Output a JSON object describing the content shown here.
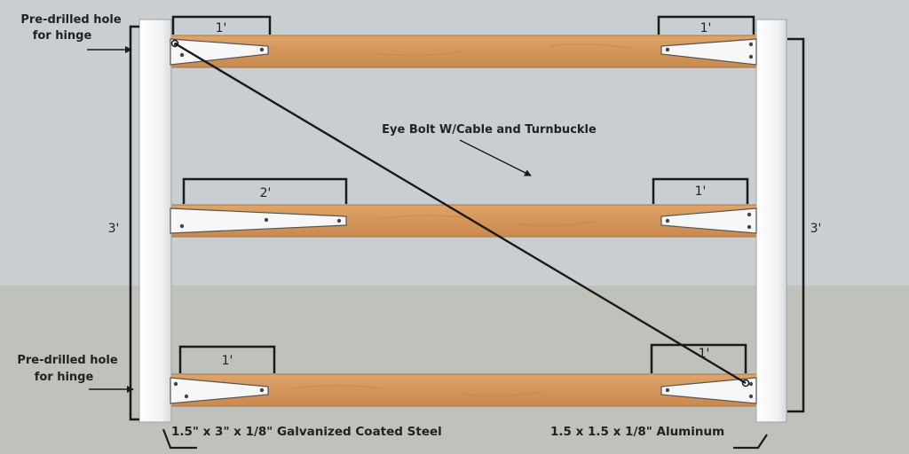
{
  "labels": {
    "hinge_hole_top": [
      "Pre-drilled hole",
      "for hinge"
    ],
    "hinge_hole_bottom": [
      "Pre-drilled hole",
      "for hinge"
    ],
    "cable": "Eye Bolt W/Cable and Turnbuckle",
    "height_left": "3'",
    "height_right": "3'",
    "steel_spec": "1.5\"  x 3\"  x  1/8\"   Galvanized Coated Steel",
    "aluminum_spec": "1.5 x 1.5 x 1/8\"   Aluminum"
  },
  "brackets": {
    "top_left": "1'",
    "top_right": "1'",
    "middle_left": "2'",
    "middle_right": "1'",
    "bottom_left": "1'",
    "bottom_right": "1'"
  },
  "colors": {
    "sky": "#c9ced2",
    "ground": "#bfc1bb",
    "wood": "#d89a5e",
    "post": "#f4f5f6",
    "strap": "#f7f7f7",
    "ink": "#1a1a1a"
  }
}
